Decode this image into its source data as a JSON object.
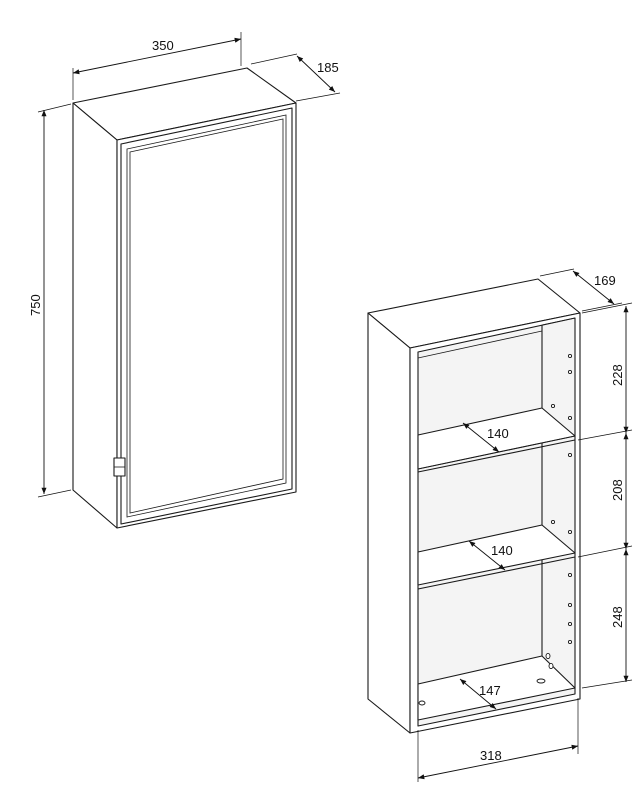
{
  "closed_cabinet": {
    "width_label": "350",
    "depth_label": "185",
    "height_label": "750"
  },
  "open_carcass": {
    "depth_label": "169",
    "top_compartment_height_label": "228",
    "middle_compartment_height_label": "208",
    "bottom_compartment_height_label": "248",
    "upper_shelf_depth_label": "140",
    "lower_shelf_depth_label": "140",
    "bottom_depth_label": "147",
    "inner_width_label": "318"
  }
}
